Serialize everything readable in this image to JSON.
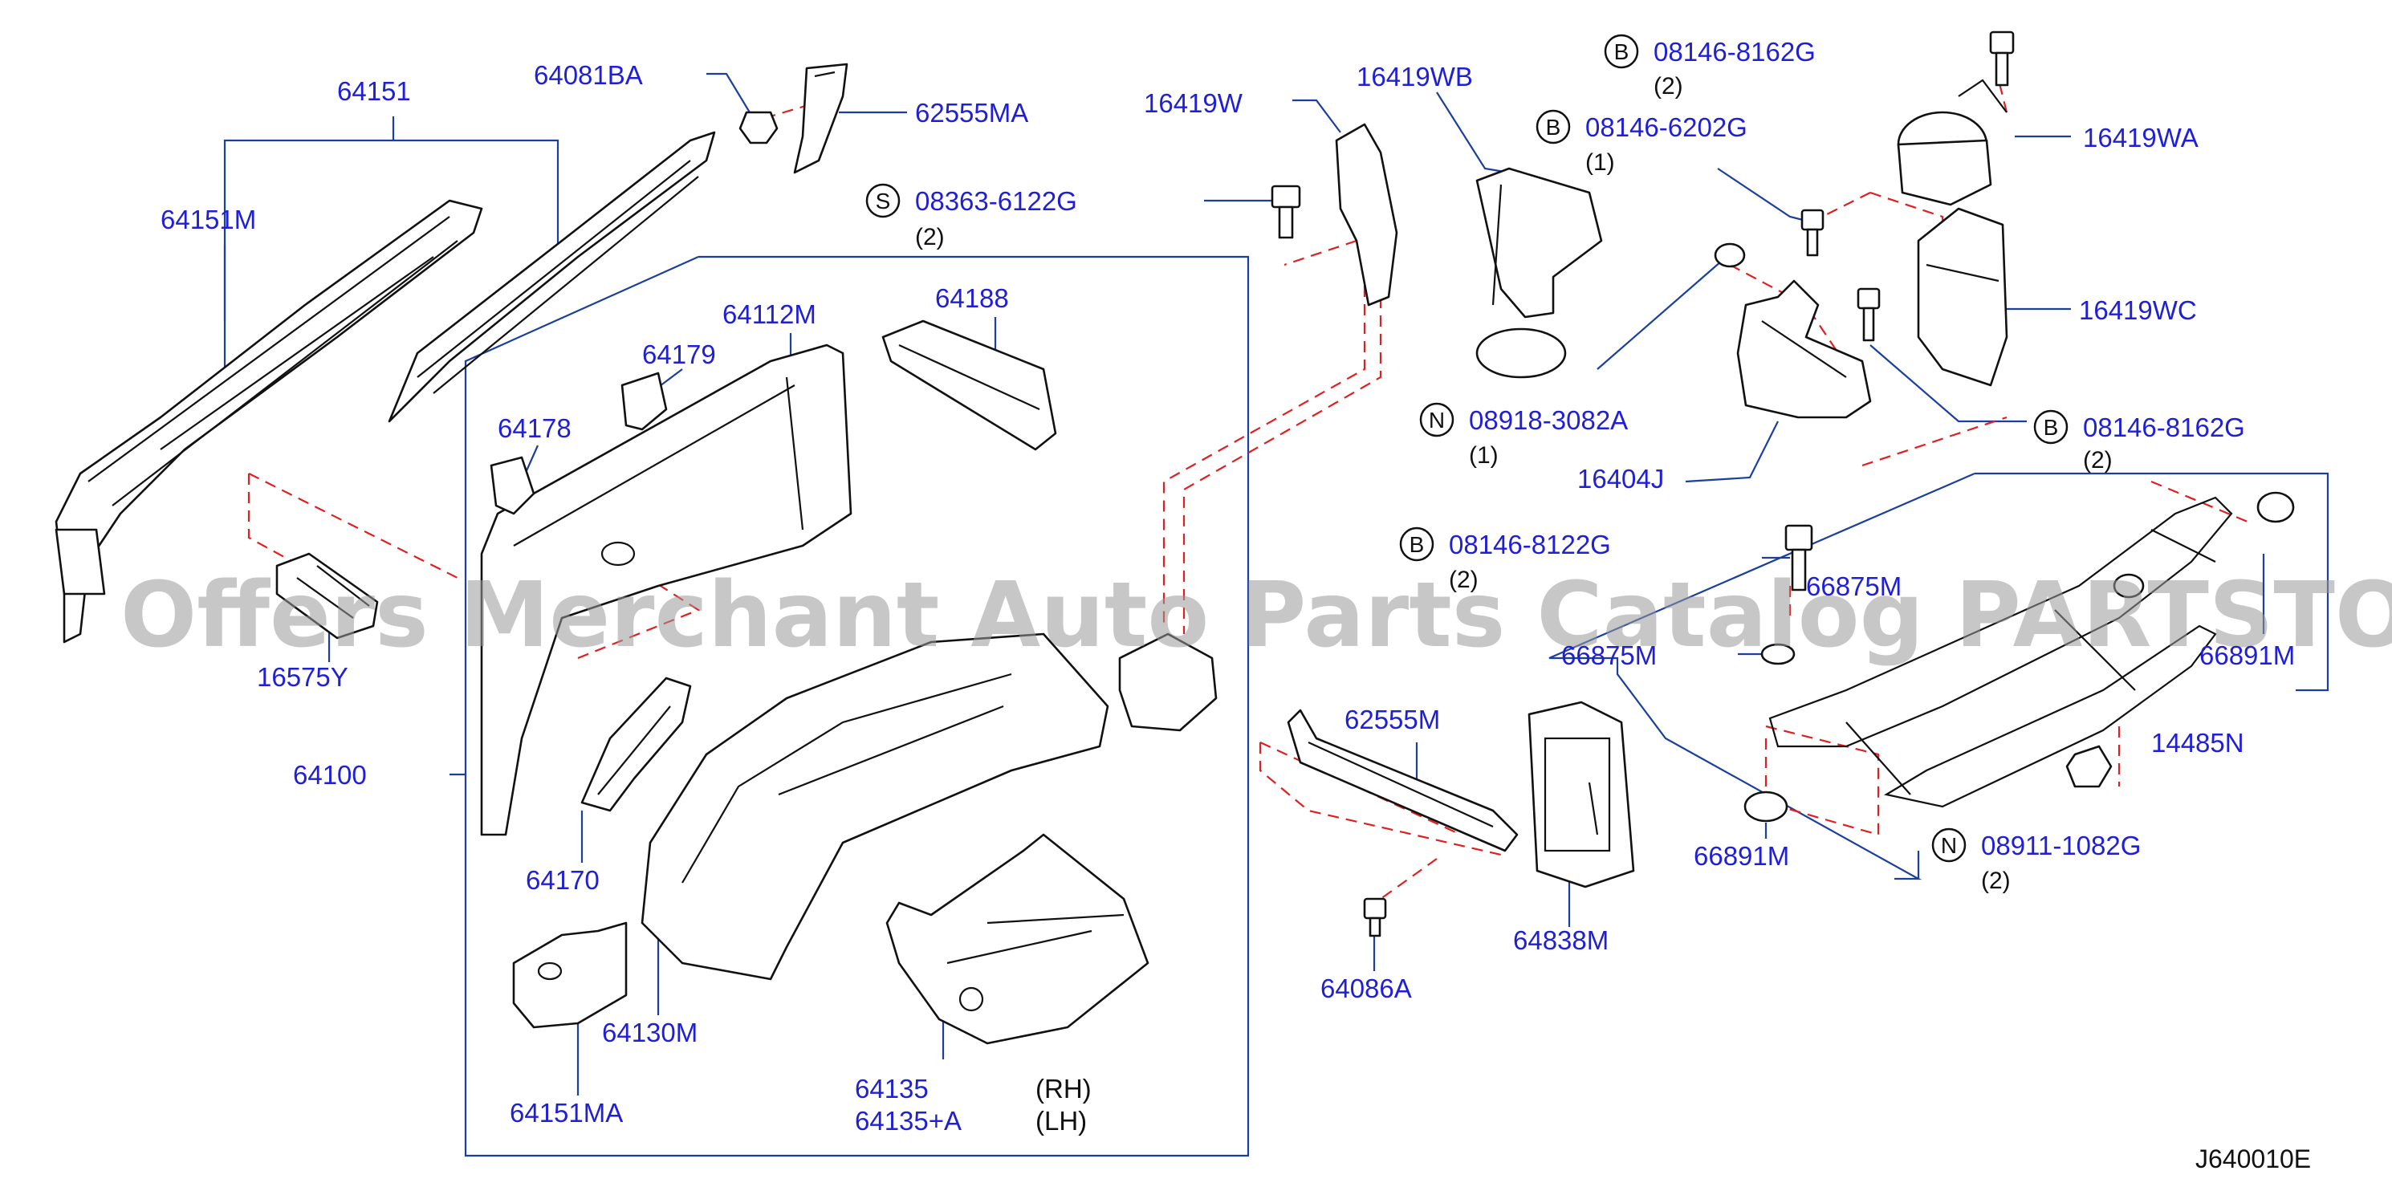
{
  "watermark": "Offers Merchant Auto Parts Catalog PARTSTORE.SA",
  "diagram_code": "J640010E",
  "labels": {
    "p64151": "64151",
    "p64151M": "64151M",
    "p64081BA": "64081BA",
    "p62555MA": "62555MA",
    "p16575Y": "16575Y",
    "p64100": "64100",
    "p64112M": "64112M",
    "p64188": "64188",
    "p64179": "64179",
    "p64178": "64178",
    "p64170": "64170",
    "p64151MA": "64151MA",
    "p64130M": "64130M",
    "p64135": "64135",
    "p64135A": "64135+A",
    "p16419W": "16419W",
    "p16419WB": "16419WB",
    "p16419WA": "16419WA",
    "p16419WC": "16419WC",
    "p16404J": "16404J",
    "p62555M": "62555M",
    "p64086A": "64086A",
    "p64838M": "64838M",
    "p66875M_top": "66875M",
    "p66875M": "66875M",
    "p66891M_right": "66891M",
    "p66891M_bottom": "66891M",
    "p14485N": "14485N"
  },
  "side_labels": {
    "rh": "(RH)",
    "lh": "(LH)"
  },
  "fasteners": {
    "s_08363": {
      "badge": "S",
      "part": "08363-6122G",
      "qty": "(2)"
    },
    "b_08146_8162_top": {
      "badge": "B",
      "part": "08146-8162G",
      "qty": "(2)"
    },
    "b_08146_6202": {
      "badge": "B",
      "part": "08146-6202G",
      "qty": "(1)"
    },
    "n_08918": {
      "badge": "N",
      "part": "08918-3082A",
      "qty": "(1)"
    },
    "b_08146_8162_mid": {
      "badge": "B",
      "part": "08146-8162G",
      "qty": "(2)"
    },
    "b_08146_8122": {
      "badge": "B",
      "part": "08146-8122G",
      "qty": "(2)"
    },
    "n_08911": {
      "badge": "N",
      "part": "08911-1082G",
      "qty": "(2)"
    }
  },
  "colors": {
    "label": "#1f1fd6",
    "leader": "#1a3f9e",
    "dashed_guide": "#e02020",
    "part_outline": "#111111",
    "watermark": "#9a9a9a"
  }
}
